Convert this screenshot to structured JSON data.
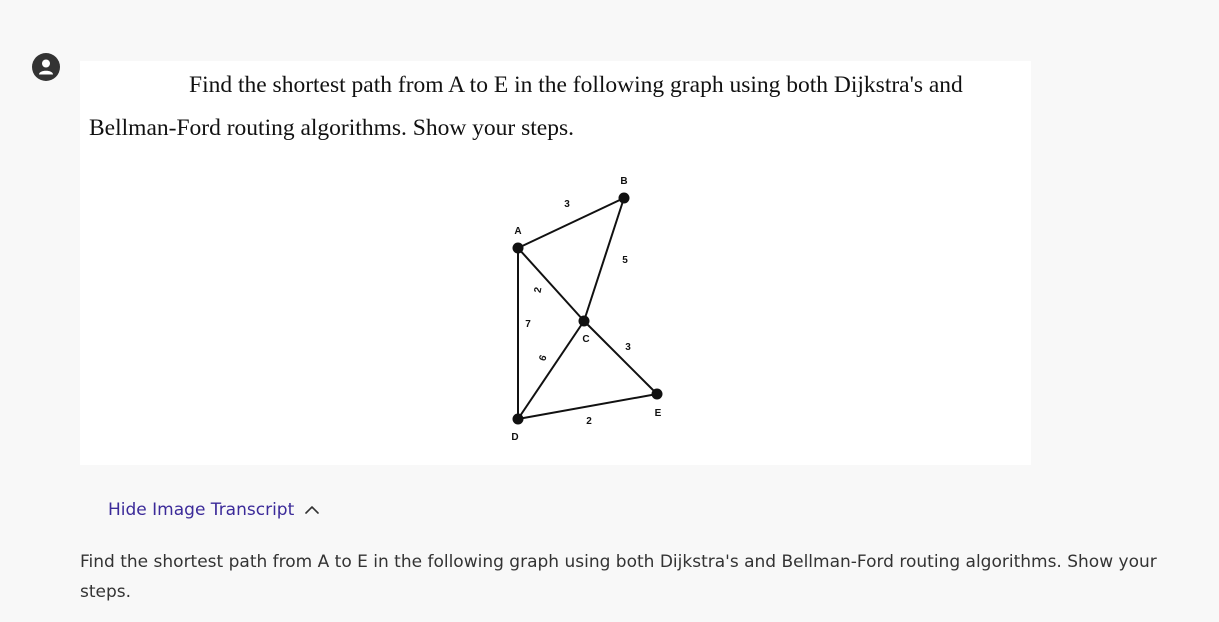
{
  "question": {
    "line1": "Find the shortest path from A to E in the following graph using both Dijkstra's and",
    "line2": "Bellman-Ford routing algorithms. Show your steps."
  },
  "graph": {
    "nodes": [
      "A",
      "B",
      "C",
      "D",
      "E"
    ],
    "edges": [
      {
        "from": "A",
        "to": "B",
        "weight": "3"
      },
      {
        "from": "A",
        "to": "C",
        "weight": "2"
      },
      {
        "from": "A",
        "to": "D",
        "weight": "7"
      },
      {
        "from": "B",
        "to": "C",
        "weight": "5"
      },
      {
        "from": "C",
        "to": "D",
        "weight": "6"
      },
      {
        "from": "C",
        "to": "E",
        "weight": "3"
      },
      {
        "from": "D",
        "to": "E",
        "weight": "2"
      }
    ]
  },
  "transcript": {
    "toggle_label": "Hide Image Transcript",
    "text": "Find the shortest path from A to E in the following graph using both Dijkstra's and Bellman-Ford routing algorithms. Show your steps."
  },
  "icons": {
    "avatar": "user-icon",
    "toggle": "chevron-up-icon"
  },
  "colors": {
    "link": "#3b2a99",
    "background": "#f8f8f8"
  }
}
